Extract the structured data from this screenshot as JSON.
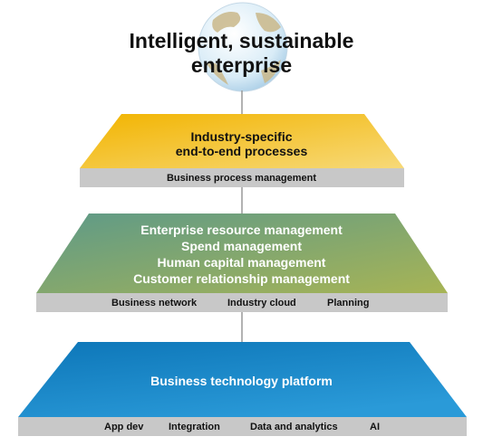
{
  "title": {
    "line1": "Intelligent, sustainable",
    "line2": "enterprise"
  },
  "top_layer": {
    "lines": [
      "Industry-specific",
      "end-to-end processes"
    ],
    "bar_items": [
      "Business process management"
    ]
  },
  "middle_layer": {
    "lines": [
      "Enterprise resource management",
      "Spend management",
      "Human capital management",
      "Customer relationship management"
    ],
    "bar_items": [
      "Business network",
      "Industry cloud",
      "Planning"
    ]
  },
  "bottom_layer": {
    "lines": [
      "Business technology platform"
    ],
    "bar_items": [
      "App dev",
      "Integration",
      "Data and analytics",
      "AI"
    ]
  },
  "colors": {
    "top_gradient": [
      "#f2b400",
      "#f7d978"
    ],
    "middle_gradient": [
      "#5e9a88",
      "#a7b455"
    ],
    "bottom_gradient": [
      "#0d76b8",
      "#2a9ad8"
    ],
    "bar": "#c8c8c8",
    "globe_ocean": "#d9ecf7",
    "globe_land": "#c9b78a"
  },
  "icons": {
    "globe": "globe-icon"
  }
}
